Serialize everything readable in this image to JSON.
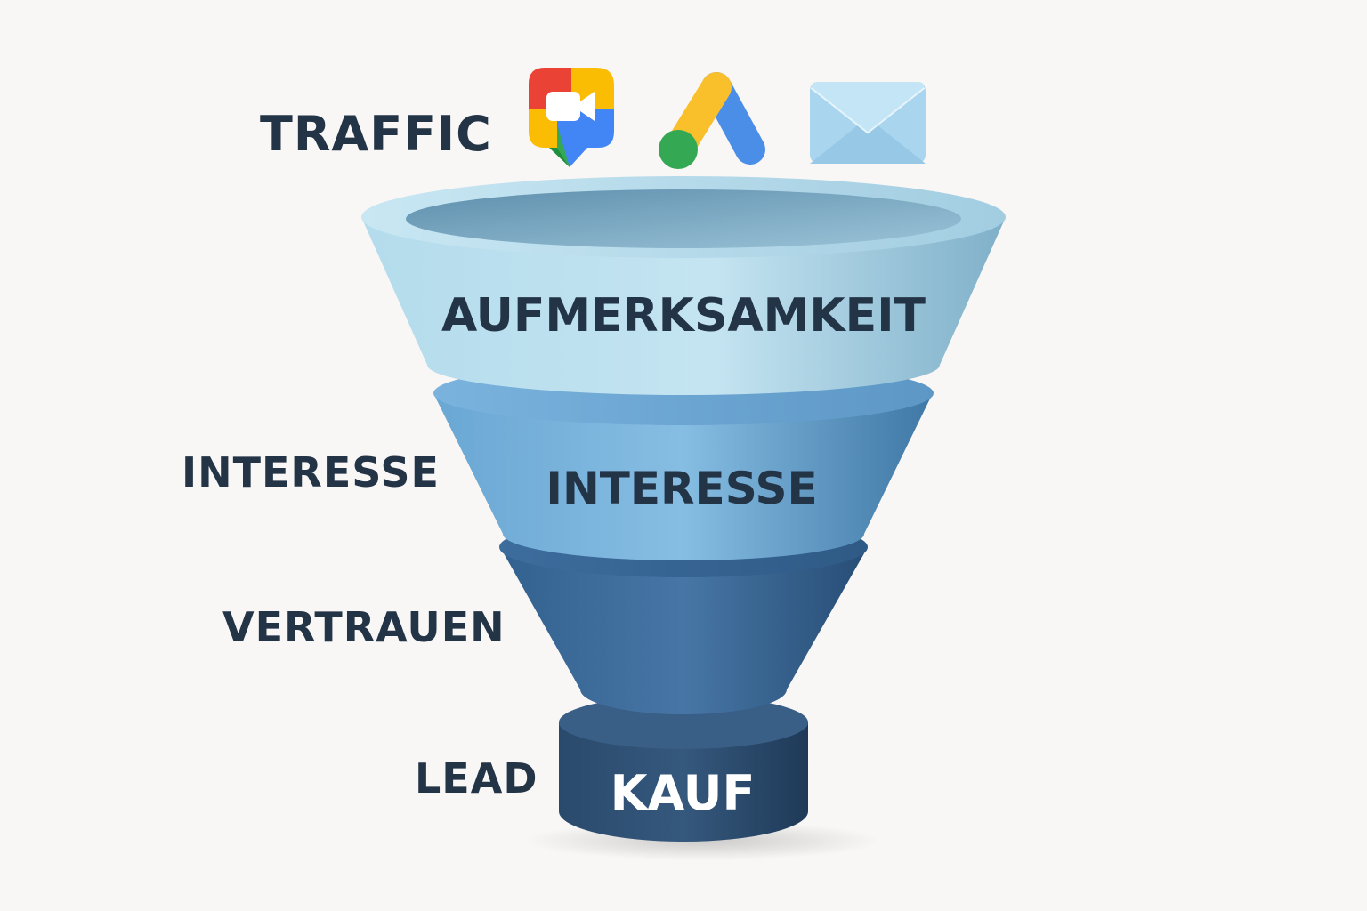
{
  "side_labels": {
    "traffic": "TRAFFIC",
    "interesse": "INTERESSE",
    "vertrauen": "VERTRAUEN",
    "lead": "LEAD"
  },
  "funnel": {
    "stages": [
      {
        "label": "AUFMERKSAMKEIT",
        "color": "#a9d4e6"
      },
      {
        "label": "INTERESSE",
        "color": "#6aaad6"
      },
      {
        "label": "",
        "color": "#3b6b9c"
      },
      {
        "label": "KAUF",
        "color": "#2c4d70"
      }
    ]
  },
  "traffic_icons": [
    "google-meet-icon",
    "google-ads-icon",
    "email-envelope-icon"
  ],
  "colors": {
    "text_dark": "#243447",
    "text_light": "#ffffff",
    "background": "#f8f7f5"
  }
}
